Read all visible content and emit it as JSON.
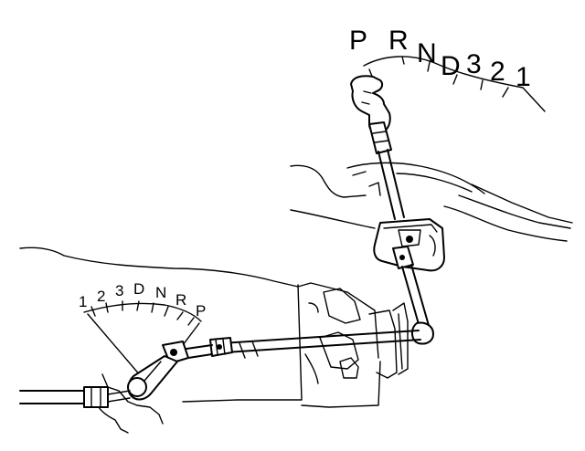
{
  "top_indicator": {
    "positions": [
      "P",
      "R",
      "N",
      "D",
      "3",
      "2",
      "1"
    ]
  },
  "lower_dial": {
    "positions": [
      "1",
      "2",
      "3",
      "D",
      "N",
      "R",
      "P"
    ]
  }
}
